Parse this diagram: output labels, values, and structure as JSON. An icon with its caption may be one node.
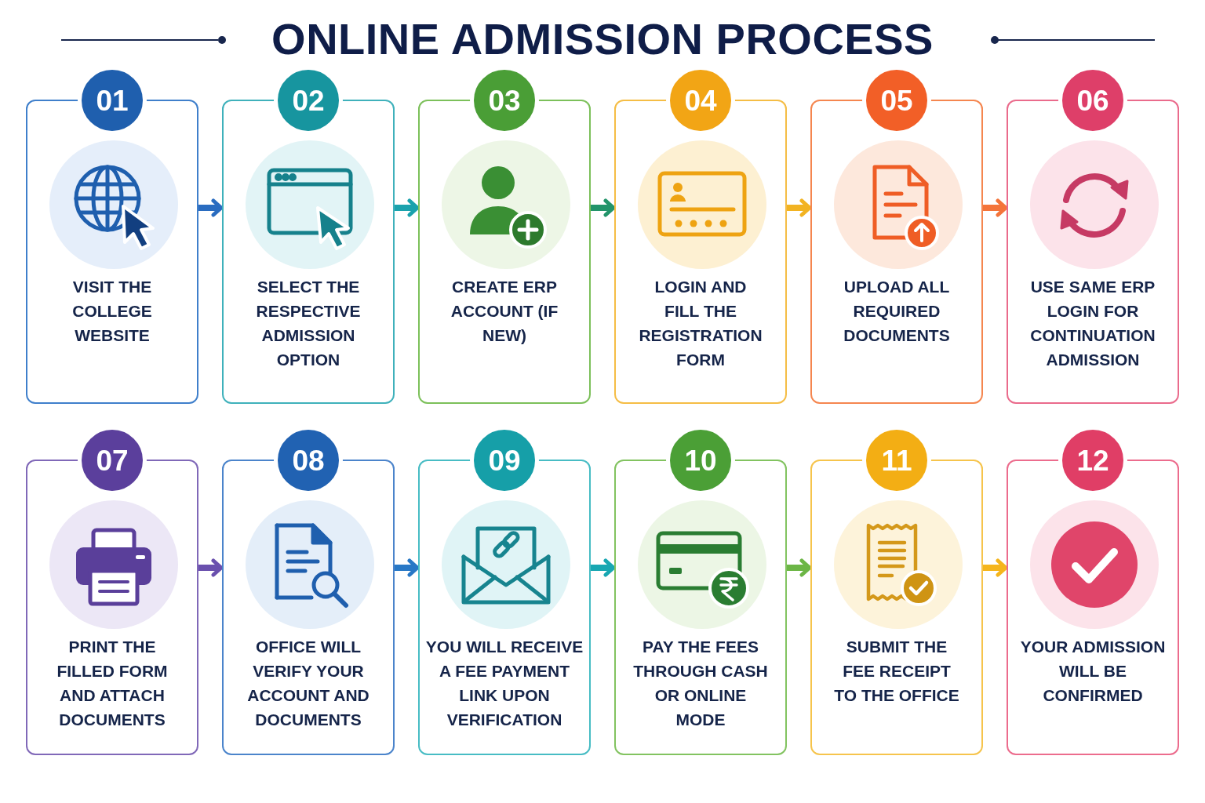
{
  "diagram": {
    "title": "ONLINE ADMISSION PROCESS",
    "nodes": [
      {
        "text": [
          "01",
          "VISIT THE COLLEGE WEBSITE"
        ]
      },
      {
        "text": [
          "02",
          "SELECT THE RESPECTIVE ADMISSION OPTION"
        ]
      },
      {
        "text": [
          "03",
          "CREATE ERP ACCOUNT (IF NEW)"
        ]
      },
      {
        "text": [
          "04",
          "LOGIN AND FILL THE REGISTRATION FORM"
        ]
      },
      {
        "text": [
          "05",
          "UPLOAD ALL REQUIRED DOCUMENTS"
        ]
      },
      {
        "text": [
          "06",
          "USE SAME ERP LOGIN FOR CONTINUATION ADMISSION"
        ]
      },
      {
        "text": [
          "07",
          "PRINT THE FILLED FORM AND ATTACH DOCUMENTS"
        ]
      },
      {
        "text": [
          "08",
          "OFFICE WILL VERIFY YOUR ACCOUNT AND DOCUMENTS"
        ]
      },
      {
        "text": [
          "09",
          "YOU WILL RECEIVE A FEE PAYMENT LINK UPON VERIFICATION"
        ]
      },
      {
        "text": [
          "10",
          "PAY THE FEES THROUGH CASH OR ONLINE MODE"
        ]
      },
      {
        "text": [
          "11",
          "SUBMIT THE FEE RECEIPT TO THE OFFICE"
        ]
      },
      {
        "text": [
          "12",
          "YOUR ADMISSION WILL BE CONFIRMED"
        ]
      }
    ],
    "edges": [
      {
        "from": 0,
        "to": 1,
        "arrow": "to",
        "color": "#2a6cc0"
      },
      {
        "from": 1,
        "to": 2,
        "arrow": "to",
        "color": "#1aa2ad"
      },
      {
        "from": 2,
        "to": 3,
        "arrow": "to",
        "color": "#22946a"
      },
      {
        "from": 3,
        "to": 4,
        "arrow": "to",
        "color": "#f2b322"
      },
      {
        "from": 4,
        "to": 5,
        "arrow": "to",
        "color": "#f4743a"
      },
      {
        "from": 6,
        "to": 7,
        "arrow": "to",
        "color": "#6a50ae"
      },
      {
        "from": 7,
        "to": 8,
        "arrow": "to",
        "color": "#2878c6"
      },
      {
        "from": 8,
        "to": 9,
        "arrow": "to",
        "color": "#18a7b2"
      },
      {
        "from": 9,
        "to": 10,
        "arrow": "to",
        "color": "#6cb646"
      },
      {
        "from": 10,
        "to": 11,
        "arrow": "to",
        "color": "#f5b51c"
      }
    ]
  }
}
